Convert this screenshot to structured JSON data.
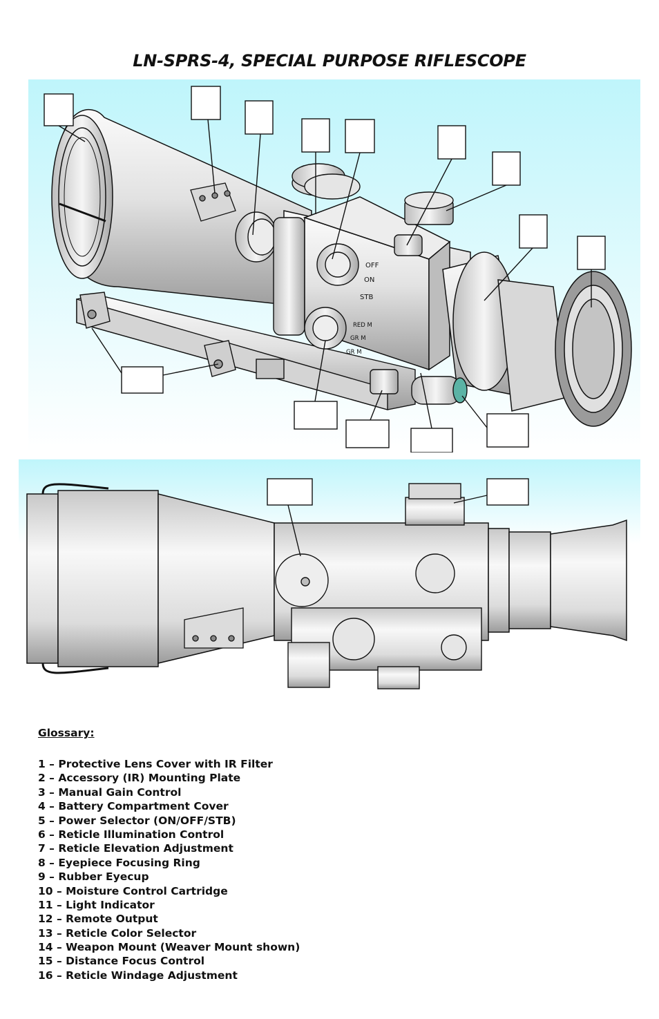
{
  "title": "LN-SPRS-4, SPECIAL PURPOSE RIFLESCOPE",
  "colors": {
    "panel_top": "#bff5fb",
    "panel_bottom": "#ffffff",
    "metal_light": "#f2f2f2",
    "metal_mid": "#c9c9c9",
    "metal_dark": "#8a8a8a",
    "outline": "#111111"
  },
  "knob_labels": {
    "power": [
      "OFF",
      "ON",
      "STB"
    ],
    "reticle_color": [
      "RED M",
      "GR M",
      "GR M"
    ]
  },
  "glossary": {
    "heading": "Glossary:",
    "items": [
      "1 – Protective Lens Cover with IR Filter",
      "2 – Accessory (IR) Mounting Plate",
      "3 – Manual Gain Control",
      "4 – Battery Compartment Cover",
      "5 – Power Selector (ON/OFF/STB)",
      "6 – Reticle Illumination Control",
      "7 – Reticle Elevation Adjustment",
      "8 – Eyepiece Focusing Ring",
      "9 – Rubber Eyecup",
      "10 – Moisture Control Cartridge",
      "11 – Light Indicator",
      "12 – Remote Output",
      "13 – Reticle Color Selector",
      "14 – Weapon Mount (Weaver Mount shown)",
      "15 – Distance Focus Control",
      "16 – Reticle Windage Adjustment"
    ]
  }
}
